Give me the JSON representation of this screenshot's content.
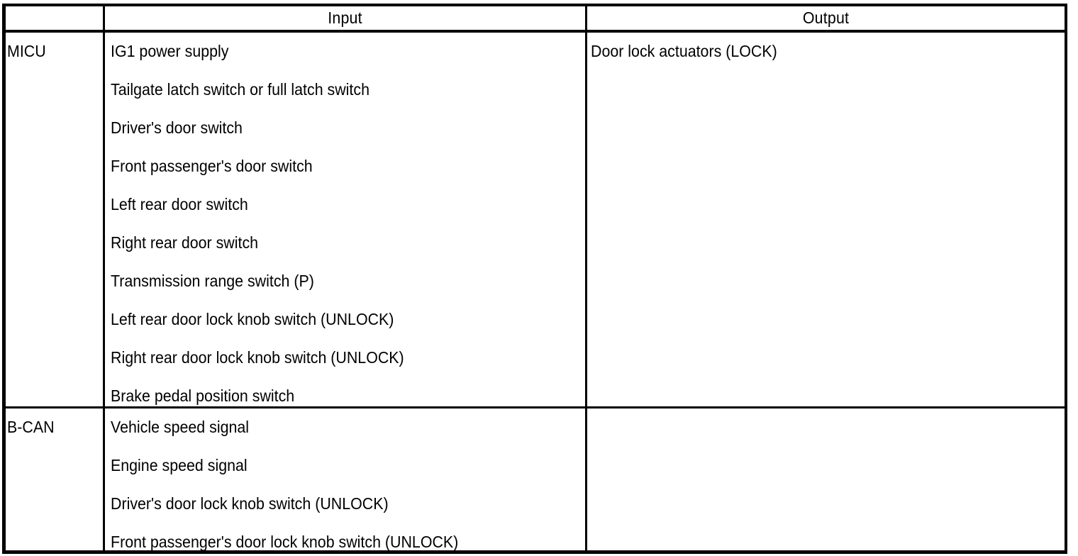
{
  "table": {
    "headers": {
      "corner": "",
      "input": "Input",
      "output": "Output"
    },
    "sections": [
      {
        "source": "MICU",
        "inputs": [
          "IG1 power supply",
          "Tailgate latch switch or full latch switch",
          "Driver's door switch",
          "Front passenger's door switch",
          "Left rear door switch",
          "Right rear door switch",
          "Transmission range switch (P)",
          "Left rear door lock knob switch (UNLOCK)",
          "Right rear door lock knob switch (UNLOCK)",
          "Brake pedal position switch"
        ],
        "outputs": [
          "Door lock actuators (LOCK)"
        ]
      },
      {
        "source": "B-CAN",
        "inputs": [
          "Vehicle speed signal",
          "Engine speed signal",
          "Driver's door lock knob switch (UNLOCK)",
          "Front passenger's door lock knob switch (UNLOCK)"
        ],
        "outputs": []
      }
    ]
  },
  "colors": {
    "border": "#000000",
    "text": "#000000",
    "background": "#ffffff"
  }
}
